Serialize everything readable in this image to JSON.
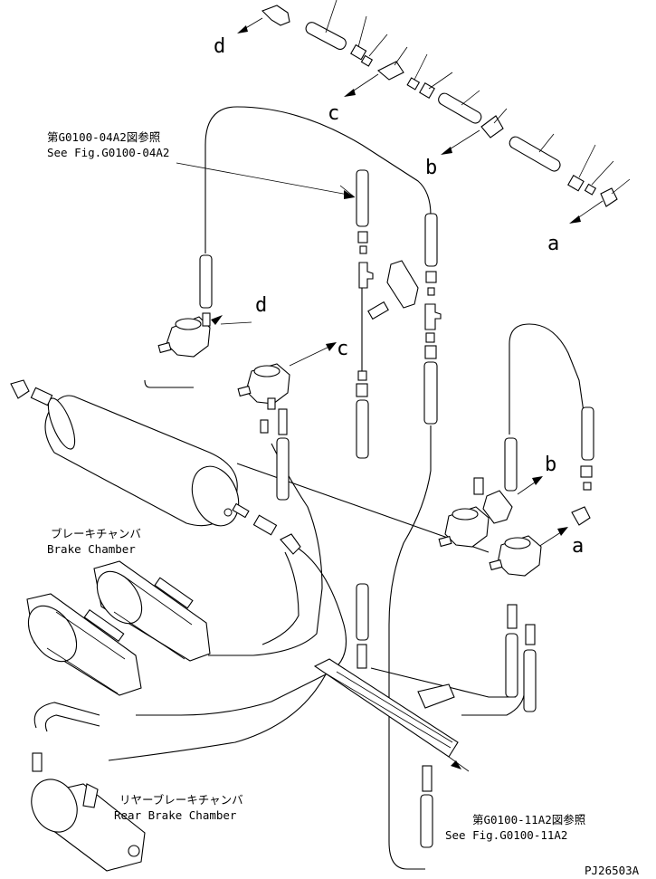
{
  "callouts": {
    "a_top": "a",
    "a_mid": "a",
    "b_top": "b",
    "b_mid": "b",
    "c_top": "c",
    "c_mid": "c",
    "d_top": "d",
    "d_mid": "d"
  },
  "refs": {
    "top_ja": "第G0100-04A2図参照",
    "top_en": "See Fig.G0100-04A2",
    "bottom_ja": "第G0100-11A2図参照",
    "bottom_en": "See Fig.G0100-11A2"
  },
  "labels": {
    "brake_chamber_ja": "ブレーキチャンバ",
    "brake_chamber_en": "Brake Chamber",
    "rear_brake_chamber_ja": "リヤーブレーキチャンバ",
    "rear_brake_chamber_en": "Rear Brake Chamber"
  },
  "drawing_code": "PJ26503A"
}
